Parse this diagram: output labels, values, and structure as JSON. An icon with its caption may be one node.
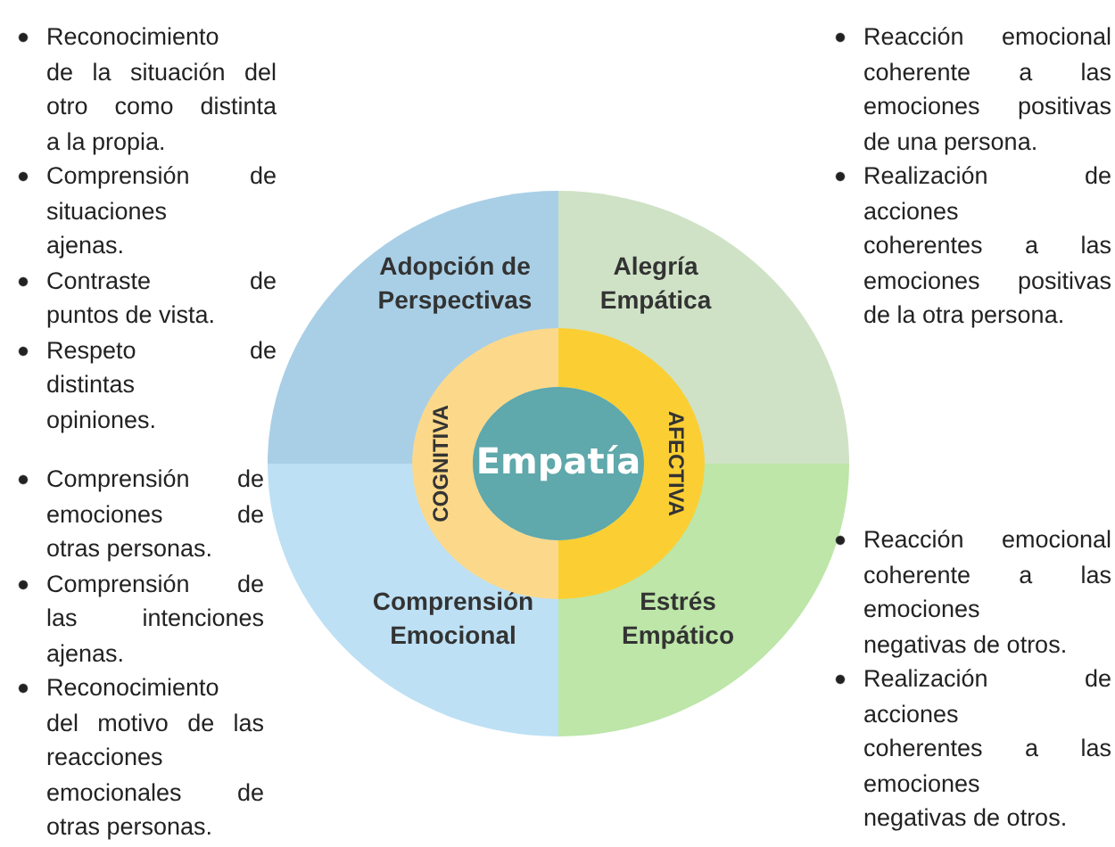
{
  "diagram": {
    "nodes": [
      {
        "text": [
          "Adopción de Perspectivas"
        ]
      },
      {
        "text": [
          "Alegría Empática"
        ]
      },
      {
        "text": [
          "Comprensión Emocional"
        ]
      },
      {
        "text": [
          "Estrés Empático"
        ]
      },
      {
        "text": [
          "COGNITIVA"
        ]
      },
      {
        "text": [
          "AFECTIVA"
        ]
      },
      {
        "text": [
          "Empatía"
        ]
      }
    ],
    "edges": [],
    "labels": [
      "Reconocimiento de la situación del otro como distinta a la propia.",
      "Comprensión de situaciones ajenas.",
      "Contraste de puntos de vista.",
      "Respeto de distintas opiniones.",
      "Reacción emocional coherente a las emociones positivas de una persona.",
      "Realización de acciones coherentes a las emociones positivas de la otra persona.",
      "Comprensión de emociones de otras personas.",
      "Comprensión de las intenciones ajenas.",
      "Reconocimiento del motivo de las reacciones emocionales de otras personas.",
      "Reacción emocional coherente a las emociones negativas de otros.",
      "Realización de acciones coherentes a las emociones negativas de otros."
    ]
  }
}
